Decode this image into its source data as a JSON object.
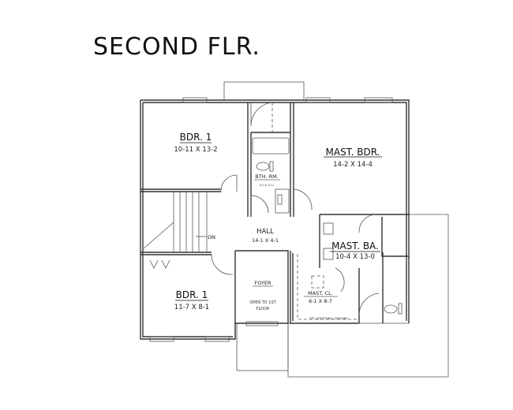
{
  "title": "SECOND FLR.",
  "rooms": [
    {
      "name": "BDR. 1",
      "dims": "10-11 X 13-2"
    },
    {
      "name": "MAST. BDR.",
      "dims": "14-2 X 14-4"
    },
    {
      "name": "BTH. RM.",
      "dims": "5-0 X 10-1"
    },
    {
      "name": "HALL",
      "dims": "14-1 X 4-1"
    },
    {
      "name": "MAST. BA.",
      "dims": "10-4 X 13-0"
    },
    {
      "name": "BDR. 1",
      "dims": "11-7 X 8-1"
    },
    {
      "name": "FOYER",
      "dims": "OPEN TO 1ST",
      "dims2": "FLOOR"
    },
    {
      "name": "MAST. CL.",
      "dims": "6-1 X 8-7"
    }
  ],
  "stair_label": "DN",
  "notes": {
    "shelving": "OPT. ADDITIONAL SHELVING"
  }
}
